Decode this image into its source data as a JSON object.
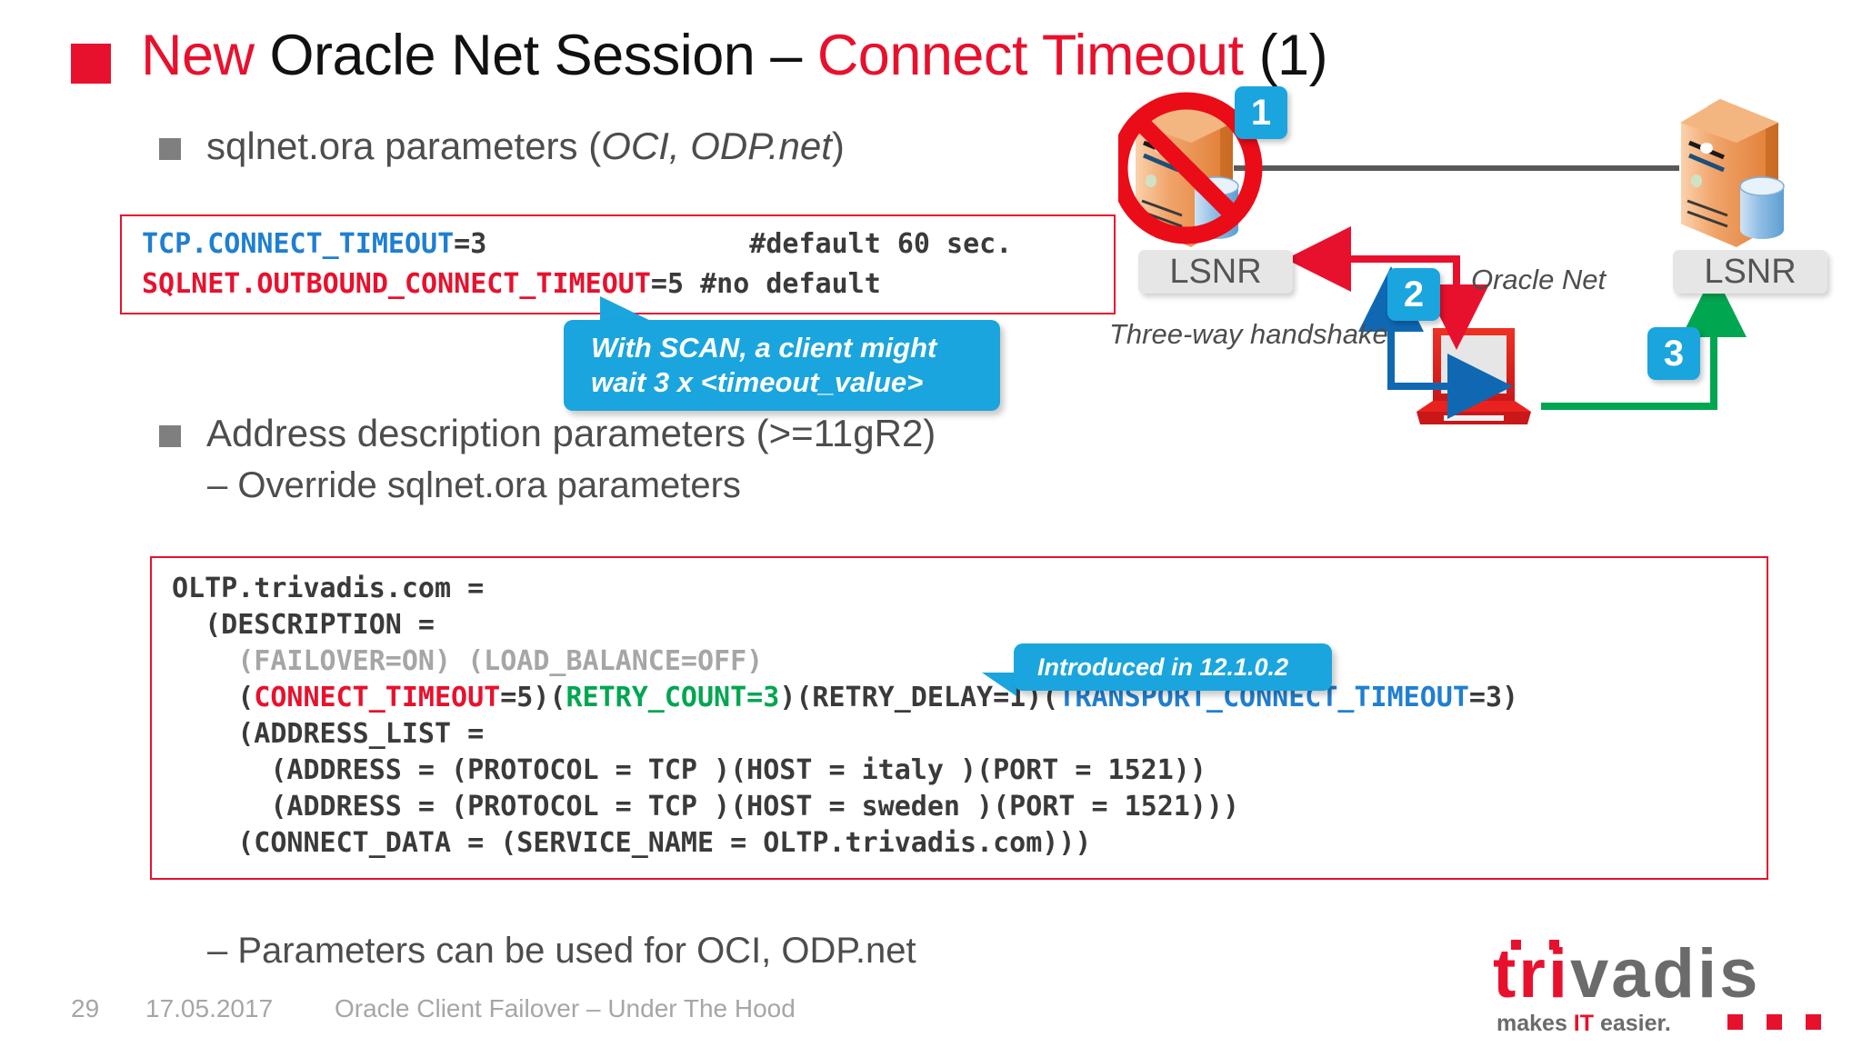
{
  "title": {
    "part1": "New",
    "part2": " Oracle Net Session – ",
    "part3": "Connect Timeout",
    "part4": " (1)"
  },
  "bullets": {
    "b1_main": "sqlnet.ora parameters (",
    "b1_ital": "OCI, ODP.net",
    "b1_end": ")",
    "b2": "Address description parameters (>=11gR2)",
    "d1": "– Override sqlnet.ora parameters",
    "d2": "– Parameters can be used for OCI, ODP.net"
  },
  "code_top": {
    "l1_param": "TCP.CONNECT_TIMEOUT",
    "l1_value": "=3",
    "l1_pad": "                ",
    "l1_comment": "#default 60 sec.",
    "l2_param": "SQLNET.OUTBOUND_CONNECT_TIMEOUT",
    "l2_value": "=5 ",
    "l2_comment": "#no default"
  },
  "code_main": {
    "l1": "OLTP.trivadis.com =",
    "l2": "  (DESCRIPTION =",
    "l3": "    (FAILOVER=ON) (LOAD_BALANCE=OFF)",
    "l4_open": "    (",
    "l4_red": "CONNECT_TIMEOUT",
    "l4_a": "=5)(",
    "l4_green": "RETRY_COUNT=3",
    "l4_b": ")(RETRY_DELAY=1)(",
    "l4_blue": "TRANSPORT_CONNECT_TIMEOUT",
    "l4_c": "=3)",
    "l5": "    (ADDRESS_LIST =",
    "l6": "      (ADDRESS = (PROTOCOL = TCP )(HOST = italy )(PORT = 1521))",
    "l7": "      (ADDRESS = (PROTOCOL = TCP )(HOST = sweden )(PORT = 1521)))",
    "l8": "    (CONNECT_DATA = (SERVICE_NAME = OLTP.trivadis.com)))"
  },
  "callouts": {
    "scan_l1": "With SCAN, a client might",
    "scan_l2": "wait 3 x <timeout_value>",
    "introduced": "Introduced in 12.1.0.2"
  },
  "diagram": {
    "badge1": "1",
    "badge2": "2",
    "badge3": "3",
    "lsnr_left": "LSNR",
    "lsnr_right": "LSNR",
    "oracle_net": "Oracle Net",
    "handshake": "Three-way handshake"
  },
  "footer": {
    "page": "29",
    "date": "17.05.2017",
    "title": "Oracle Client Failover – Under The Hood"
  },
  "logo": {
    "word_red": "tri",
    "word_gray": "vadis",
    "tag_a": "makes ",
    "tag_it": "IT",
    "tag_b": " easier."
  },
  "colors": {
    "accent_red": "#e8112d",
    "accent_blue": "#1aa5de",
    "code_blue": "#1f7fd0",
    "code_green": "#00a650",
    "gray_text": "#4d4d4d"
  }
}
